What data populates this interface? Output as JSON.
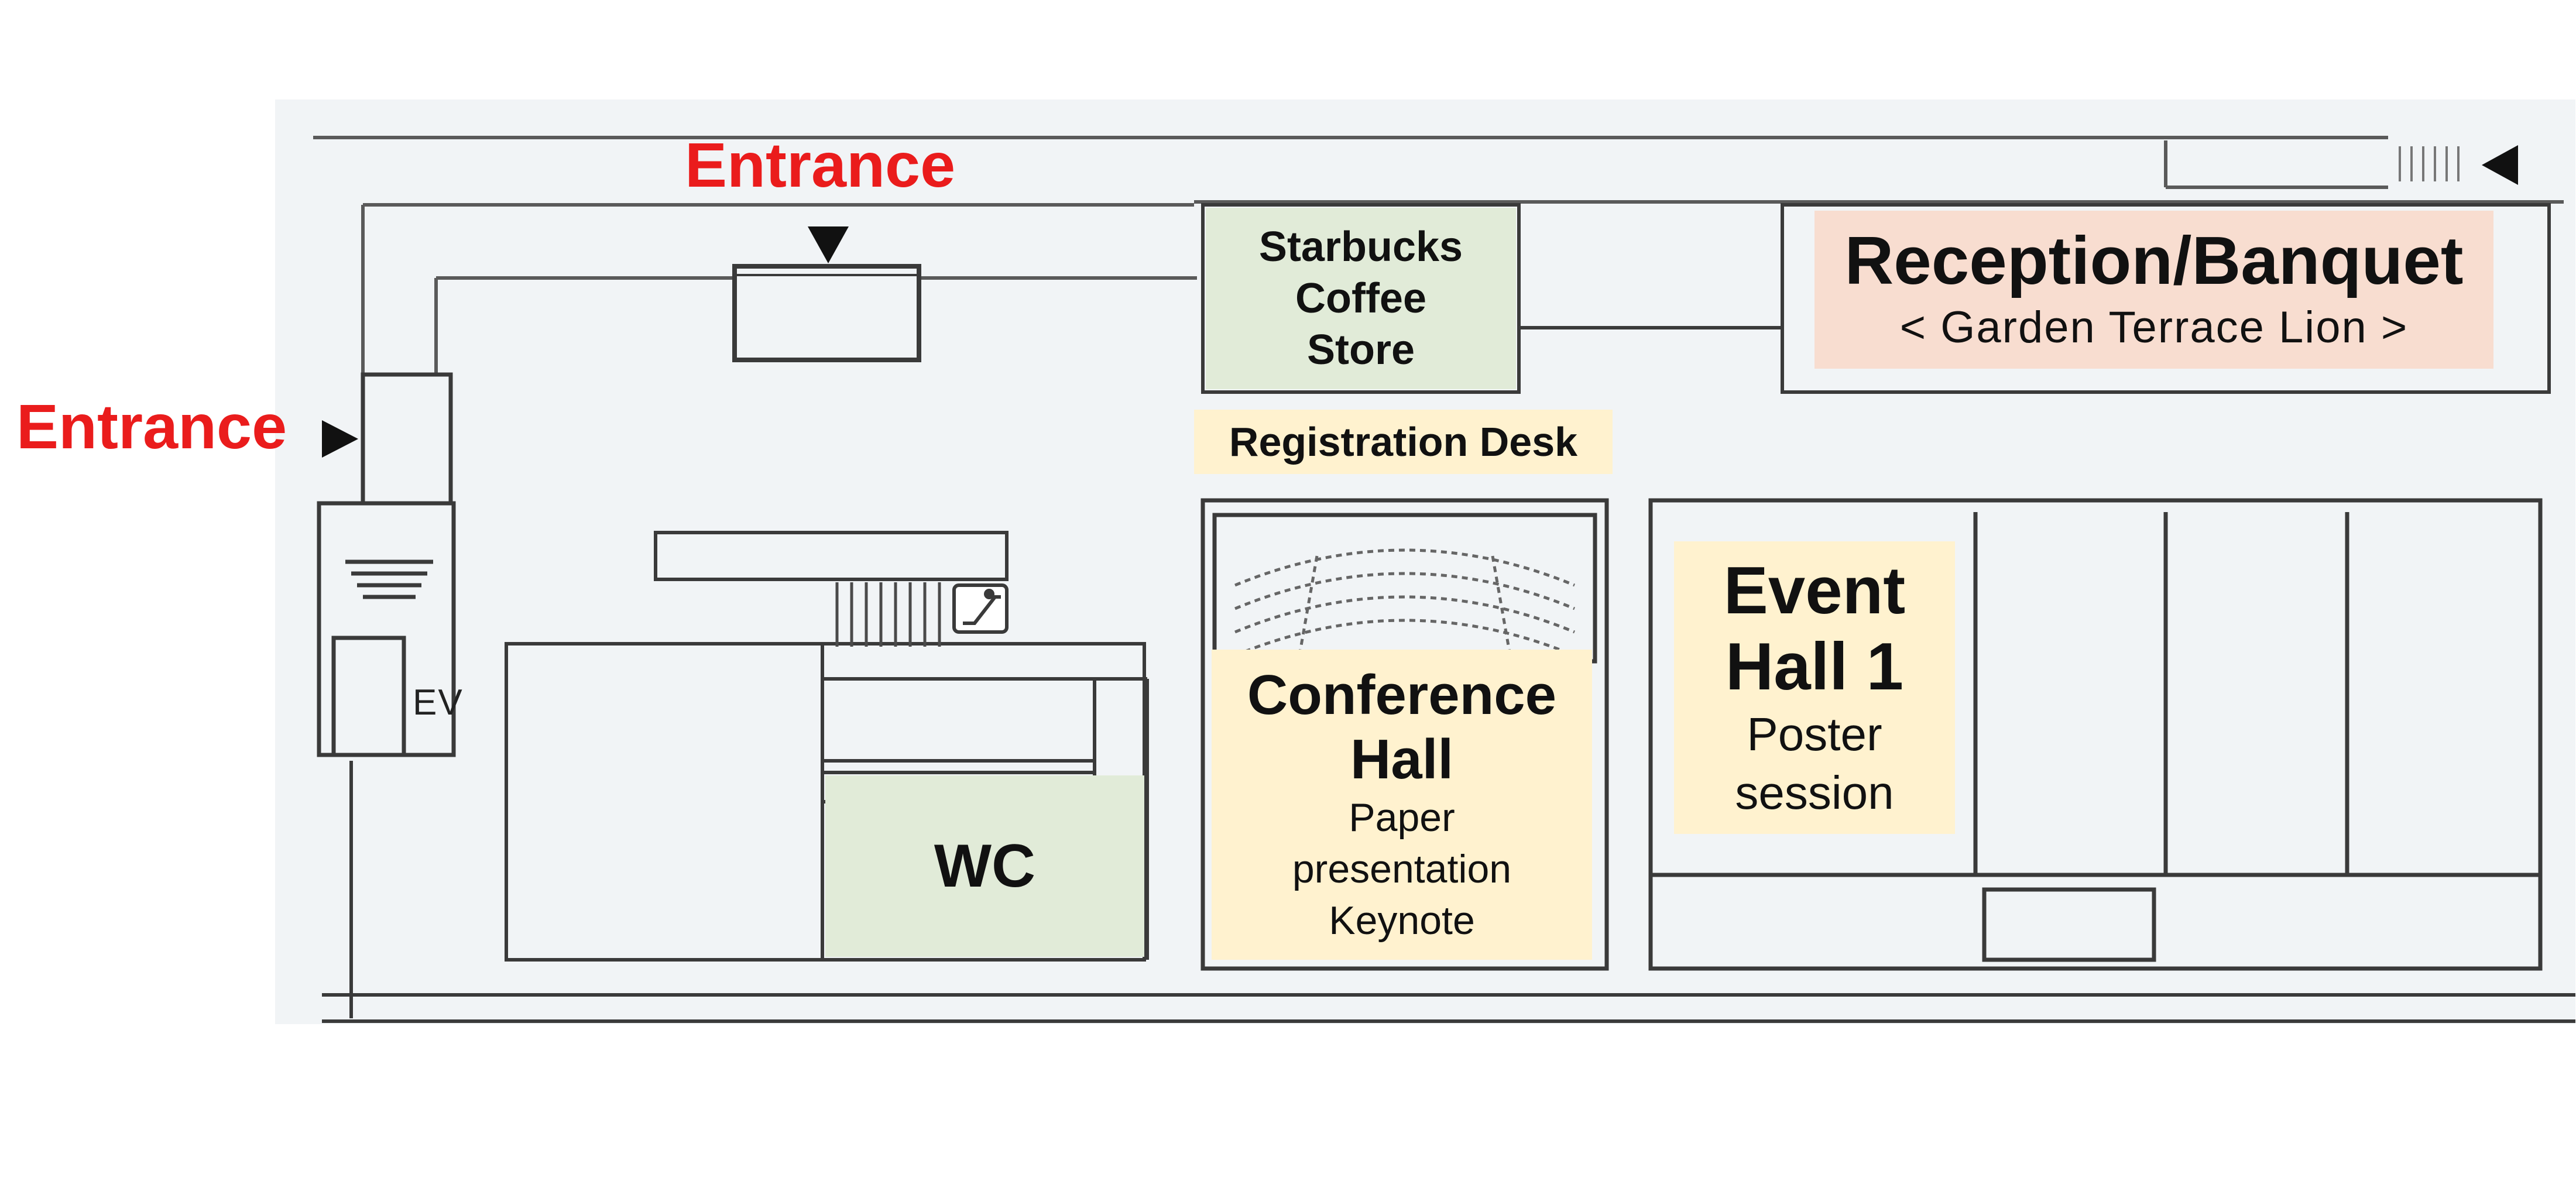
{
  "colors": {
    "plan_bg": "#f1f4f6",
    "wall": "#4a4a4a",
    "green_zone": "#e1ebd8",
    "yellow_zone": "#fff2cf",
    "pink_zone": "#f8ddd0",
    "entrance_text": "#ea1c1c"
  },
  "entrances": {
    "top": "Entrance",
    "left": "Entrance"
  },
  "starbucks": {
    "line1": "Starbucks",
    "line2": "Coffee",
    "line3": "Store"
  },
  "registration": {
    "label": "Registration Desk"
  },
  "reception": {
    "title": "Reception/Banquet",
    "subtitle": "< Garden Terrace Lion >"
  },
  "conference_hall": {
    "title_line1": "Conference",
    "title_line2": "Hall",
    "desc_line1": "Paper",
    "desc_line2": "presentation",
    "desc_line3": "Keynote"
  },
  "event_hall": {
    "title_line1": "Event",
    "title_line2": "Hall 1",
    "desc_line1": "Poster",
    "desc_line2": "session"
  },
  "wc": {
    "label": "WC"
  },
  "elevator": {
    "label": "EV"
  },
  "icons": {
    "escalator": "escalator-icon",
    "arrow_down": "arrow-down-icon",
    "arrow_right": "arrow-right-icon",
    "arrow_left": "arrow-left-icon"
  }
}
